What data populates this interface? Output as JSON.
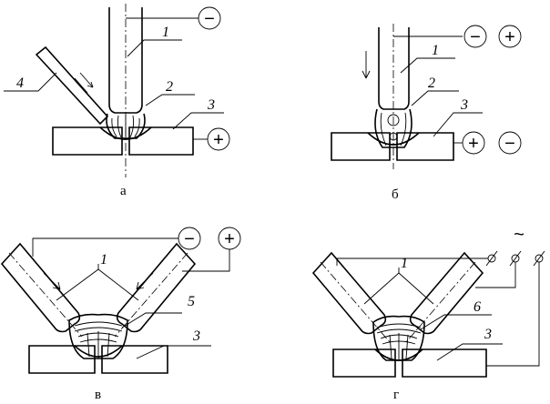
{
  "panels": {
    "a": {
      "caption": "а",
      "electrode_label": "1",
      "arc_label": "2",
      "plate_label": "3",
      "filler_label": "4",
      "sym_top": "−",
      "sym_plate": "+"
    },
    "b": {
      "caption": "б",
      "electrode_label": "1",
      "arc_label": "2",
      "plate_label": "3",
      "sym_top_1": "−",
      "sym_top_2": "+",
      "sym_plate_1": "+",
      "sym_plate_2": "−"
    },
    "v": {
      "caption": "в",
      "electrode_label": "1",
      "arc_label": "5",
      "plate_label": "3",
      "sym_1": "−",
      "sym_2": "+"
    },
    "g": {
      "caption": "г",
      "electrode_label": "1",
      "arc_label": "6",
      "plate_label": "3",
      "ac_symbol": "~"
    }
  }
}
